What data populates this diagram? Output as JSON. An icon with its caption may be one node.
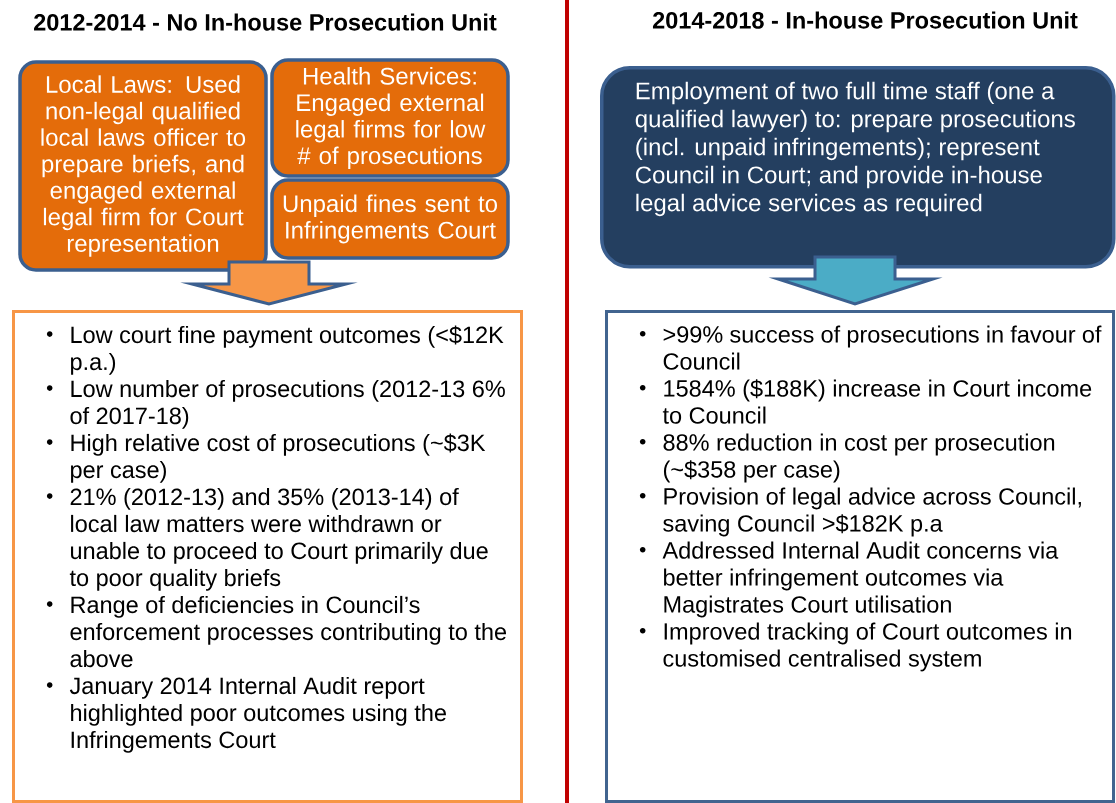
{
  "diagram": {
    "nodes": [
      {
        "text": [
          "Local Laws: Used non-legal qualified local laws officer to prepare briefs, and engaged external legal firm for Court representation"
        ]
      },
      {
        "text": [
          "Health Services: Engaged external legal firms for low # of prosecutions"
        ]
      },
      {
        "text": [
          "Unpaid fines sent to Infringements Court"
        ]
      },
      {
        "text": [
          "Low court fine payment outcomes (<$12K p.a.)",
          "Low number of prosecutions (2012-13 6% of  2017-18)",
          "High relative cost of prosecutions (~$3K per case)",
          "21% (2012-13) and 35% (2013-14) of local law matters were withdrawn or unable to proceed to Court primarily due to poor quality briefs",
          "Range of deficiencies in Council’s enforcement processes contributing to the above",
          "January 2014 Internal Audit report highlighted poor outcomes using the Infringements Court"
        ]
      },
      {
        "text": [
          "Employment of two full time staff (one a qualified lawyer) to: prepare prosecutions (incl. unpaid infringements); represent Council in Court; and provide in-house legal advice services as required"
        ]
      },
      {
        "text": [
          ">99% success of prosecutions in favour of Council",
          "1584% ($188K) increase in Court income to Council",
          "88% reduction in cost per prosecution (~$358 per case)",
          "Provision of legal advice across Council, saving Council >$182K p.a",
          "Addressed Internal Audit concerns via better infringement outcomes via Magistrates Court utilisation",
          "Improved tracking of Court outcomes in customised centralised system"
        ]
      }
    ],
    "edges": [
      {
        "from": 0,
        "to": 3,
        "arrow": "to",
        "color": "#f79646"
      },
      {
        "from": 4,
        "to": 5,
        "arrow": "to",
        "color": "#4bacc6"
      }
    ],
    "labels": [
      "2012-2014 - No In-house Prosecution Unit",
      "2014-2018 - In-house Prosecution Unit"
    ]
  }
}
